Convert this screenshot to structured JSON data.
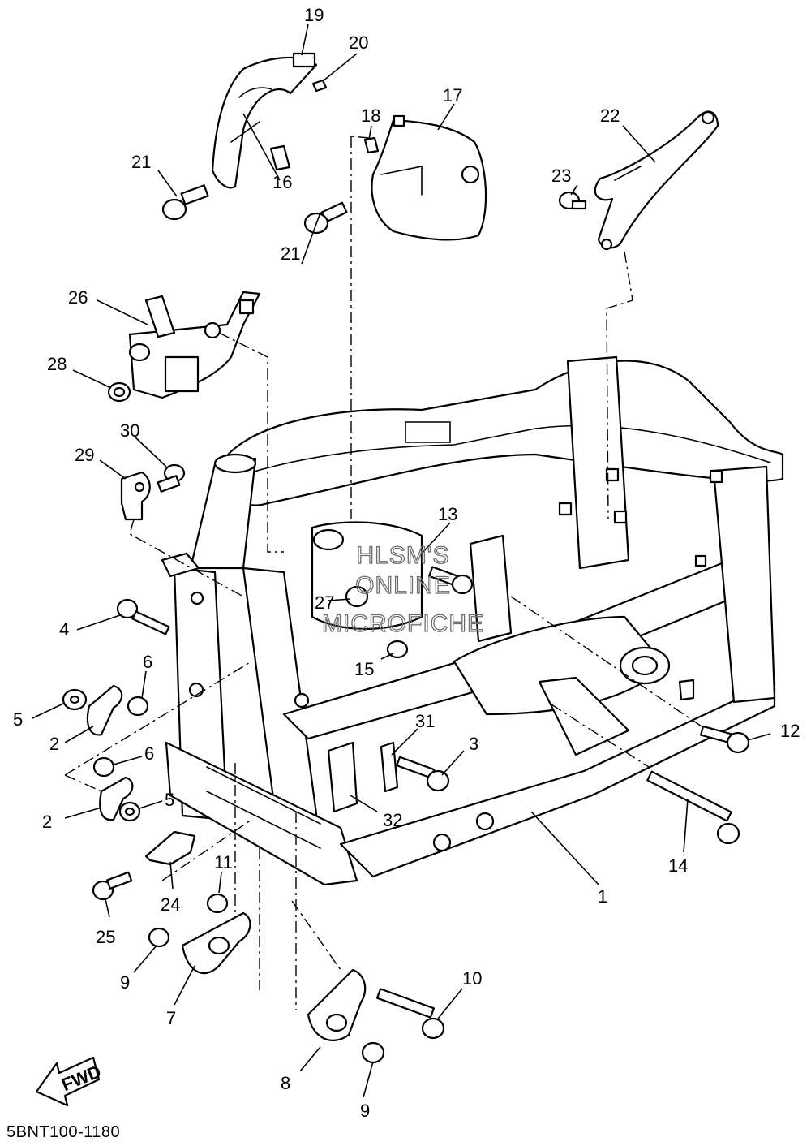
{
  "diagram_code": "5BNT100-1180",
  "watermark": [
    "HLSM'S",
    "ONLINE",
    "MICROFICHE"
  ],
  "fwd_label": "FWD",
  "callouts": [
    {
      "id": "1",
      "label": "1"
    },
    {
      "id": "2a",
      "label": "2"
    },
    {
      "id": "2b",
      "label": "2"
    },
    {
      "id": "3",
      "label": "3"
    },
    {
      "id": "4",
      "label": "4"
    },
    {
      "id": "5a",
      "label": "5"
    },
    {
      "id": "5b",
      "label": "5"
    },
    {
      "id": "6a",
      "label": "6"
    },
    {
      "id": "6b",
      "label": "6"
    },
    {
      "id": "7",
      "label": "7"
    },
    {
      "id": "8",
      "label": "8"
    },
    {
      "id": "9a",
      "label": "9"
    },
    {
      "id": "9b",
      "label": "9"
    },
    {
      "id": "10",
      "label": "10"
    },
    {
      "id": "11",
      "label": "11"
    },
    {
      "id": "12",
      "label": "12"
    },
    {
      "id": "13",
      "label": "13"
    },
    {
      "id": "14",
      "label": "14"
    },
    {
      "id": "15",
      "label": "15"
    },
    {
      "id": "16",
      "label": "16"
    },
    {
      "id": "17",
      "label": "17"
    },
    {
      "id": "18",
      "label": "18"
    },
    {
      "id": "19",
      "label": "19"
    },
    {
      "id": "20",
      "label": "20"
    },
    {
      "id": "21a",
      "label": "21"
    },
    {
      "id": "21b",
      "label": "21"
    },
    {
      "id": "22",
      "label": "22"
    },
    {
      "id": "23",
      "label": "23"
    },
    {
      "id": "24",
      "label": "24"
    },
    {
      "id": "25",
      "label": "25"
    },
    {
      "id": "26",
      "label": "26"
    },
    {
      "id": "27",
      "label": "27"
    },
    {
      "id": "28",
      "label": "28"
    },
    {
      "id": "29",
      "label": "29"
    },
    {
      "id": "30",
      "label": "30"
    },
    {
      "id": "31",
      "label": "31"
    },
    {
      "id": "32",
      "label": "32"
    }
  ]
}
